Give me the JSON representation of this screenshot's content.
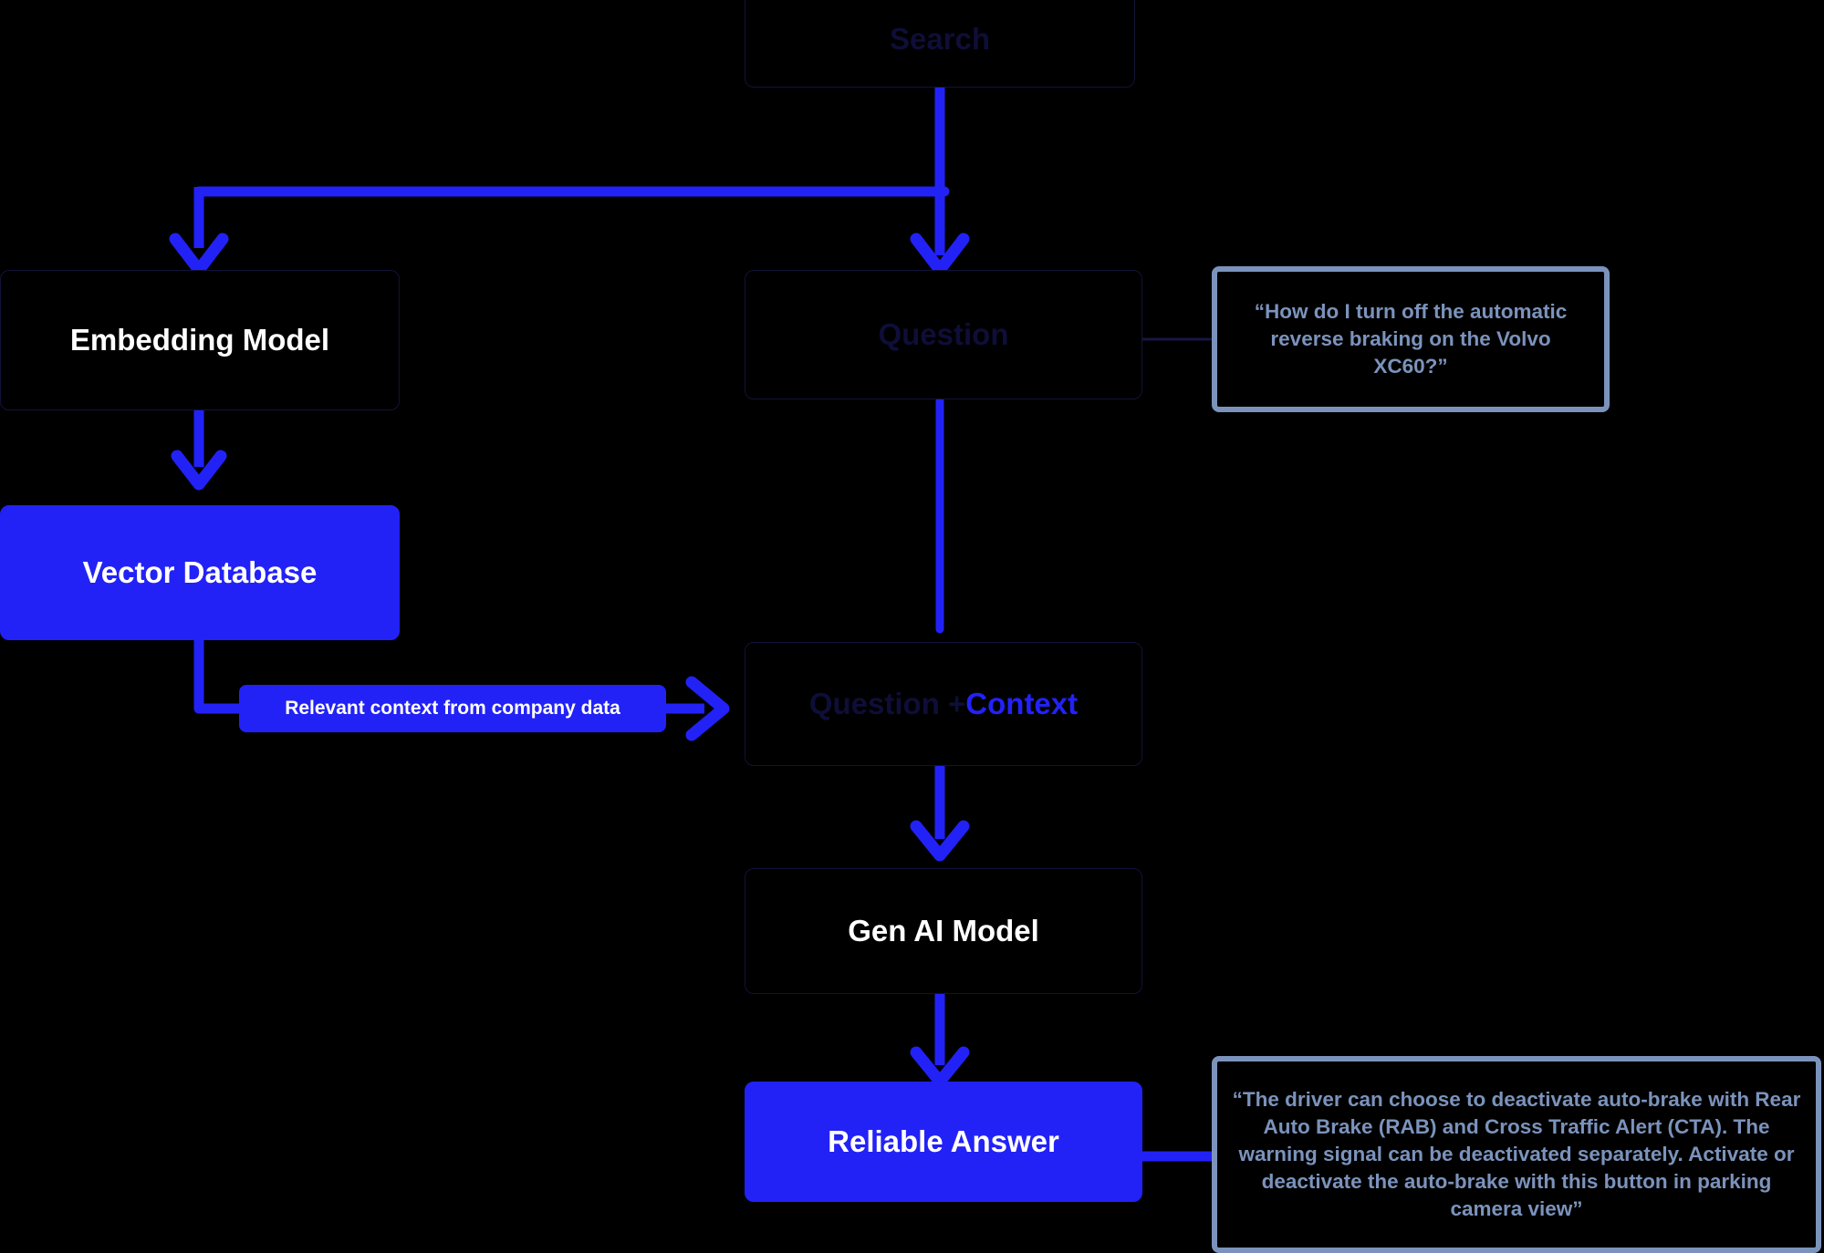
{
  "diagram": {
    "title": "Retrieval Augmented Generation (RAG) flow",
    "colors": {
      "background": "#000000",
      "accent_blue": "#2222F7",
      "callout_slate": "#7B93BC",
      "dark_node_text": "#0e0e38",
      "dark_node_border": "#12123a",
      "white": "#ffffff"
    },
    "nodes": {
      "search": {
        "label": "Search",
        "style": "dark"
      },
      "embedding_model": {
        "label": "Embedding Model",
        "style": "dark-white-text"
      },
      "question": {
        "label": "Question",
        "style": "dark"
      },
      "vector_database": {
        "label": "Vector Database",
        "style": "blue"
      },
      "question_plus_context": {
        "label_prefix": "Question + ",
        "label_accent": "Context",
        "style": "dark-with-accent"
      },
      "gen_ai_model": {
        "label": "Gen AI Model",
        "style": "dark-white-text"
      },
      "reliable_answer": {
        "label": "Reliable Answer",
        "style": "blue"
      }
    },
    "edge_labels": {
      "relevant_context": "Relevant context from company data"
    },
    "callouts": {
      "question_example": "“How do I turn off the automatic reverse braking on the Volvo XC60?”",
      "answer_example": "“The driver can choose to deactivate auto-brake with Rear Auto Brake (RAB) and Cross Traffic Alert (CTA). The warning signal can be deactivated separately. Activate or deactivate the auto-brake with this button in parking camera view”"
    }
  }
}
